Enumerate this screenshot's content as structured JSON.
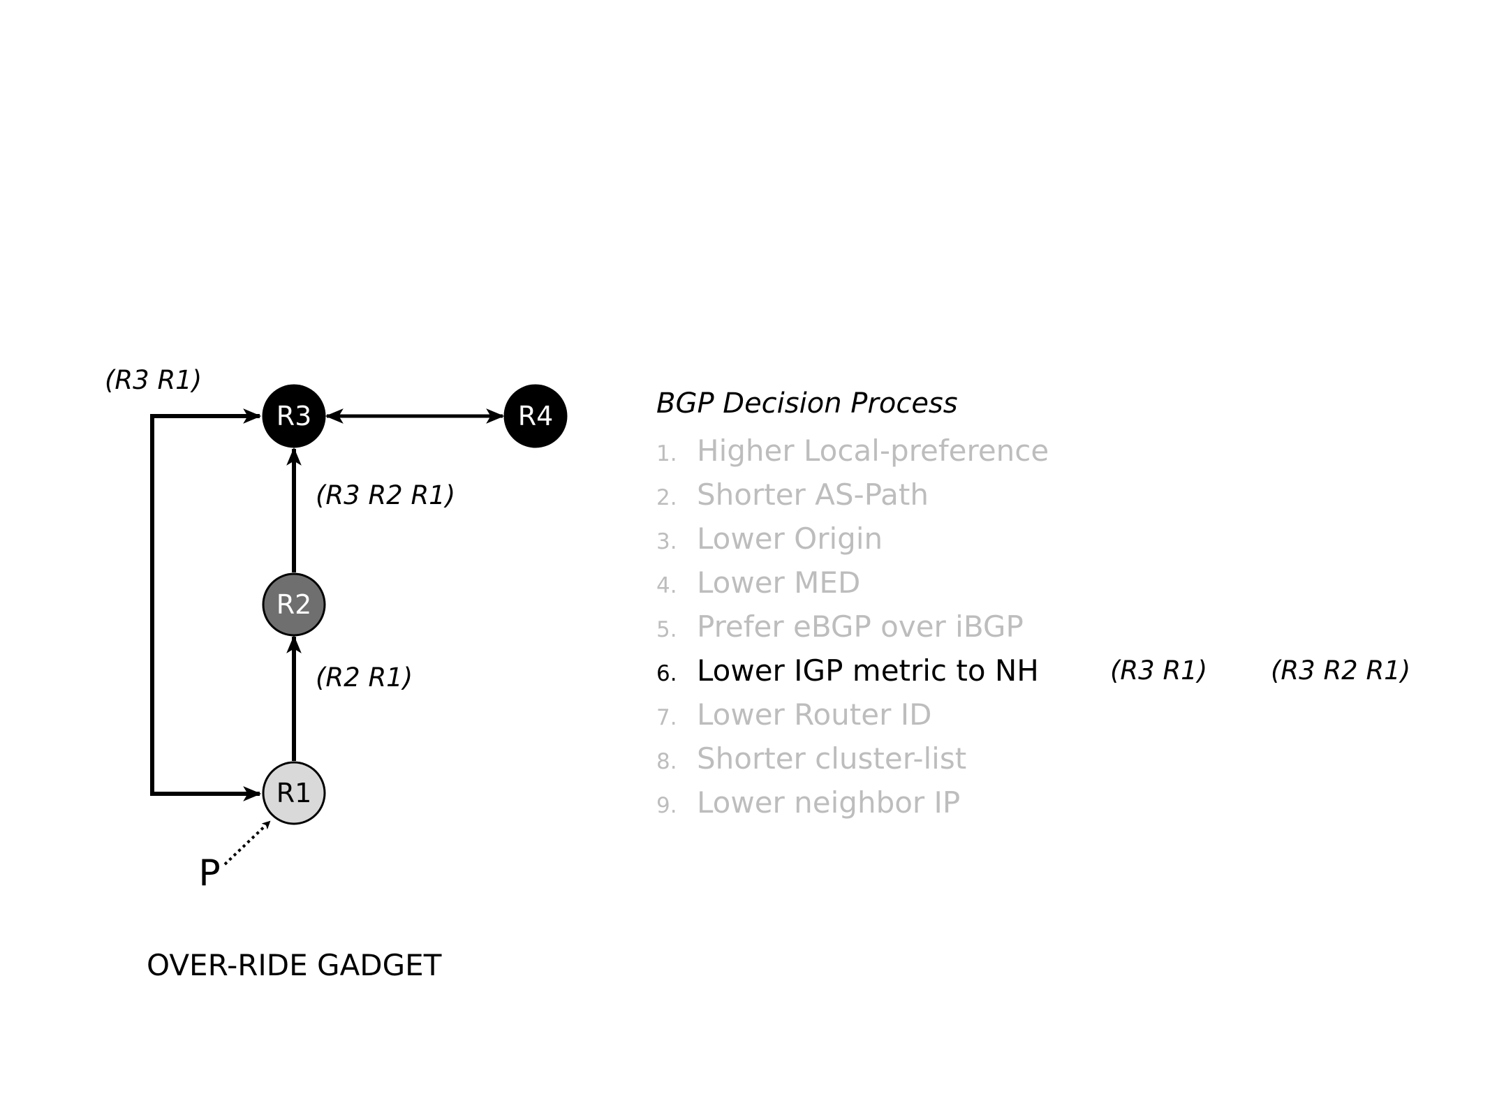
{
  "nodes": {
    "r1": {
      "label": "R1",
      "fill": "#d9d9d9",
      "text_color": "#000000"
    },
    "r2": {
      "label": "R2",
      "fill": "#6f6f6f",
      "text_color": "#ffffff"
    },
    "r3": {
      "label": "R3",
      "fill": "#000000",
      "text_color": "#ffffff"
    },
    "r4": {
      "label": "R4",
      "fill": "#000000",
      "text_color": "#ffffff"
    }
  },
  "prefix_label": "P",
  "path_labels": {
    "outer_path": "(R3 R1)",
    "r2_to_r3": "(R3 R2 R1)",
    "r1_to_r2": "(R2 R1)"
  },
  "decision": {
    "title": "BGP Decision Process",
    "steps": [
      {
        "num": "1.",
        "label": "Higher Local-preference"
      },
      {
        "num": "2.",
        "label": "Shorter AS-Path"
      },
      {
        "num": "3.",
        "label": "Lower Origin"
      },
      {
        "num": "4.",
        "label": "Lower MED"
      },
      {
        "num": "5.",
        "label": "Prefer eBGP over iBGP"
      },
      {
        "num": "6.",
        "label": "Lower IGP metric to NH",
        "path_a": "(R3 R1)",
        "path_b": "(R3 R2 R1)"
      },
      {
        "num": "7.",
        "label": "Lower Router ID"
      },
      {
        "num": "8.",
        "label": "Shorter cluster-list"
      },
      {
        "num": "9.",
        "label": "Lower neighbor IP"
      }
    ],
    "active_step": 6
  },
  "caption": "OVER-RIDE GADGET",
  "colors": {
    "inactive_text": "#bdbdbd",
    "active_text": "#000000",
    "edge": "#000000"
  }
}
